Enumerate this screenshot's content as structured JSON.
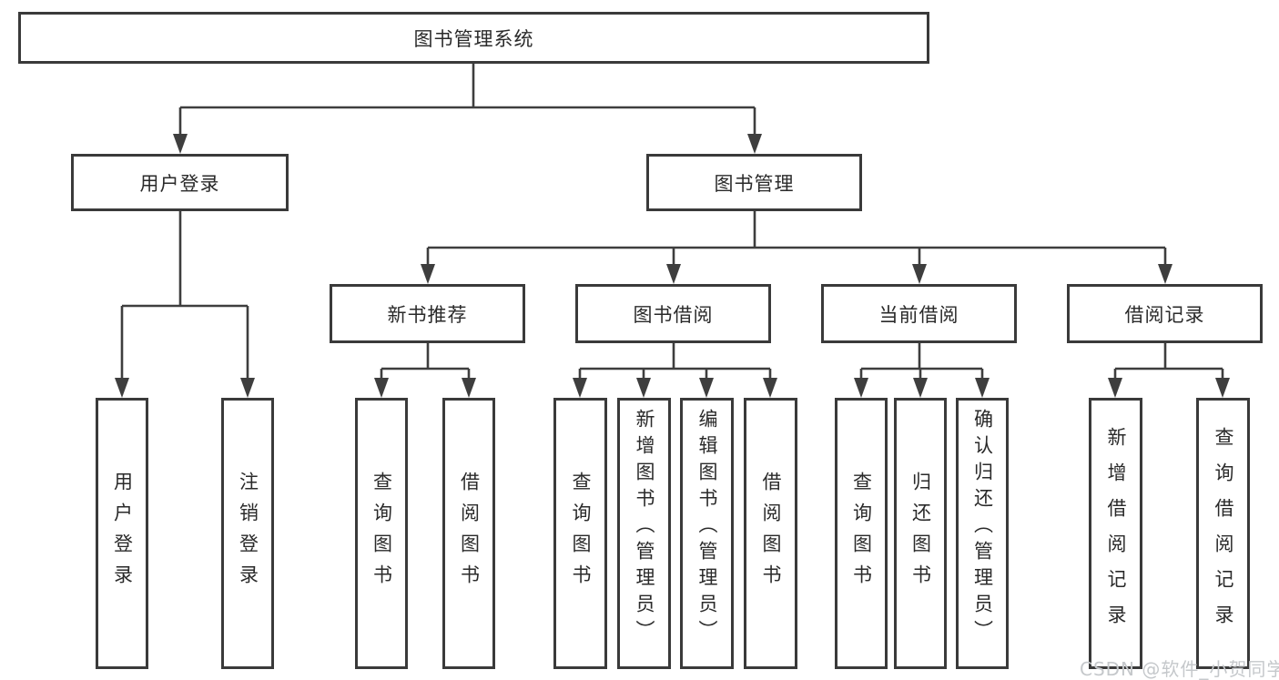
{
  "tree": {
    "root": {
      "label": "图书管理系统"
    },
    "branches": [
      {
        "label": "用户登录",
        "children": [
          "用户登录",
          "注销登录"
        ]
      },
      {
        "label": "图书管理",
        "sections": [
          {
            "label": "新书推荐",
            "children": [
              "查询图书",
              "借阅图书"
            ]
          },
          {
            "label": "图书借阅",
            "children": [
              "查询图书",
              "新增图书（管理员）",
              "编辑图书（管理员）",
              "借阅图书"
            ]
          },
          {
            "label": "当前借阅",
            "children": [
              "查询图书",
              "归还图书",
              "确认归还（管理员）"
            ]
          },
          {
            "label": "借阅记录",
            "children": [
              "新增借阅记录",
              "查询借阅记录"
            ]
          }
        ]
      }
    ]
  },
  "watermark": {
    "text": "CSDN @软件_小贺同学"
  },
  "colors": {
    "line": "#3e3e3e",
    "box_border": "#3a3a3a",
    "text": "#2a2a2a",
    "watermark": "#c5c8cb",
    "background": "#ffffff"
  }
}
